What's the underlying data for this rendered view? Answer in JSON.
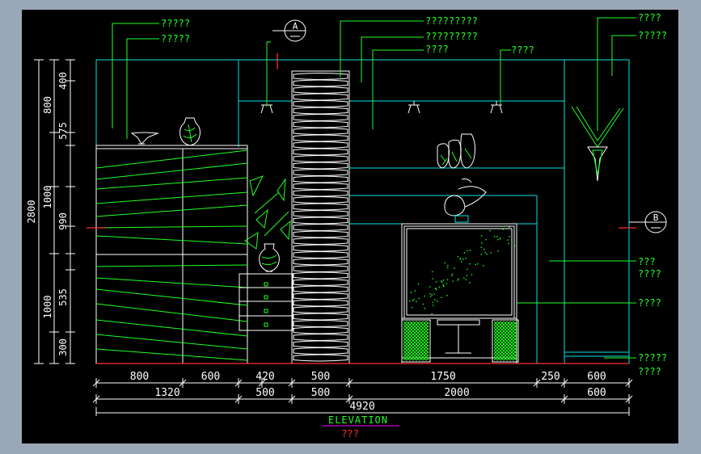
{
  "callouts": {
    "top_left_1": "?????",
    "top_left_2": "?????",
    "top_mid_1": "?????????",
    "top_mid_2": "?????????",
    "top_mid_3": "????",
    "top_mid_4": "????",
    "top_right_1": "????",
    "top_right_2": "?????",
    "right_1a": "???",
    "right_1b": "????",
    "right_2": "????",
    "right_3a": "?????",
    "right_3b": "????"
  },
  "section_markers": {
    "a": "A",
    "b": "B"
  },
  "dims_bottom_row1": [
    "800",
    "600",
    "420",
    "500",
    "1750",
    "250",
    "600"
  ],
  "dims_bottom_row2": [
    "1320",
    "500",
    "500",
    "2000",
    "600"
  ],
  "dim_total": "4920",
  "dims_left_inner": [
    "400",
    "800",
    "575",
    "1000",
    "990",
    "535",
    "1000",
    "300"
  ],
  "dim_left_total": "2800",
  "title": "ELEVATION",
  "subtitle": "???",
  "colors": {
    "background": "#000000",
    "frame": "#9aa7b6",
    "outline": "#00e5e5",
    "furniture": "#ffffff",
    "annotation": "#22ff22",
    "ground_line": "#ff3030",
    "title_underline": "#ff00ff"
  }
}
